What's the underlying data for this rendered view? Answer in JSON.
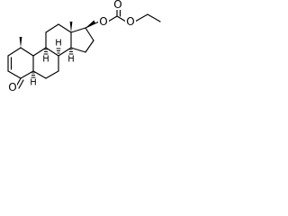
{
  "structure": {
    "atoms": {
      "ketone_oxygen": "O",
      "ester_ring_oxygen": "O",
      "carbonyl_oxygen": "O",
      "ethoxy_oxygen": "O",
      "h_c5": "H",
      "h_c8": "H",
      "h_c9": "H",
      "h_c14": "H"
    },
    "colors": {
      "bond": "#000000",
      "background": "#ffffff"
    }
  }
}
